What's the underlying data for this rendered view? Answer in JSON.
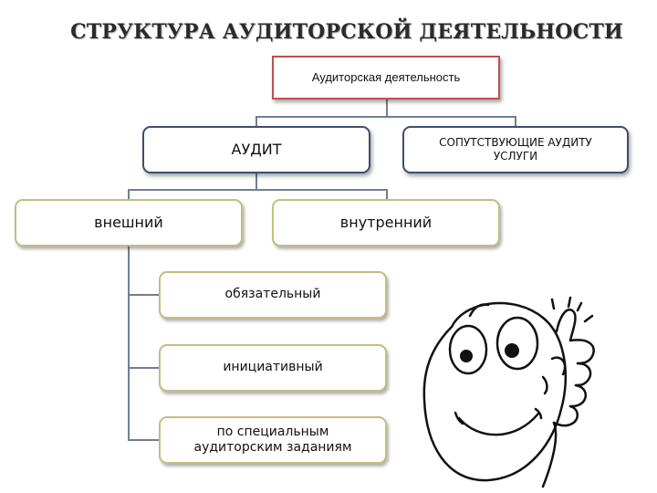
{
  "title": "СТРУКТУРА АУДИТОРСКОЙ ДЕЯТЕЛЬНОСТИ",
  "nodes": {
    "root": "Аудиторская деятельность",
    "audit": "АУДИТ",
    "related_services": "СОПУТСТВУЮЩИЕ АУДИТУ УСЛУГИ",
    "external": "внешний",
    "internal": "внутренний",
    "mandatory": "обязательный",
    "initiative": "инициативный",
    "special_tasks": "по специальным аудиторским заданиям"
  },
  "colors": {
    "root_border": "#c0504d",
    "level2_border": "#3b4f6e",
    "level3_border": "#c3bd80",
    "connector": "#6e7f92"
  },
  "illustration": "thumbs-up-face-icon"
}
